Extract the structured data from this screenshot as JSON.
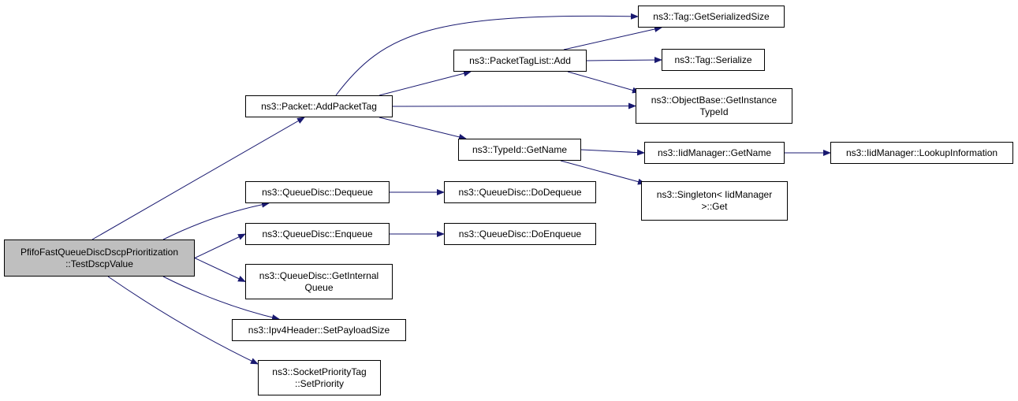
{
  "colors": {
    "edge": "#191970",
    "node_border": "#000000",
    "root_fill": "#bfbfbf",
    "node_fill": "#ffffff"
  },
  "nodes": [
    {
      "id": "root",
      "lines": [
        "PfifoFastQueueDiscDscpPrioritization",
        "::TestDscpValue"
      ]
    },
    {
      "id": "addpackettag",
      "lines": [
        "ns3::Packet::AddPacketTag"
      ]
    },
    {
      "id": "dequeue",
      "lines": [
        "ns3::QueueDisc::Dequeue"
      ]
    },
    {
      "id": "enqueue",
      "lines": [
        "ns3::QueueDisc::Enqueue"
      ]
    },
    {
      "id": "getinternalqueue",
      "lines": [
        "ns3::QueueDisc::GetInternal",
        "Queue"
      ]
    },
    {
      "id": "setpayloadsize",
      "lines": [
        "ns3::Ipv4Header::SetPayloadSize"
      ]
    },
    {
      "id": "setpriority",
      "lines": [
        "ns3::SocketPriorityTag",
        "::SetPriority"
      ]
    },
    {
      "id": "packettaglistadd",
      "lines": [
        "ns3::PacketTagList::Add"
      ]
    },
    {
      "id": "typeidgetname",
      "lines": [
        "ns3::TypeId::GetName"
      ]
    },
    {
      "id": "dodequeue",
      "lines": [
        "ns3::QueueDisc::DoDequeue"
      ]
    },
    {
      "id": "doenqueue",
      "lines": [
        "ns3::QueueDisc::DoEnqueue"
      ]
    },
    {
      "id": "getserializedsize",
      "lines": [
        "ns3::Tag::GetSerializedSize"
      ]
    },
    {
      "id": "serialize",
      "lines": [
        "ns3::Tag::Serialize"
      ]
    },
    {
      "id": "getinstancetypeid",
      "lines": [
        "ns3::ObjectBase::GetInstance",
        "TypeId"
      ]
    },
    {
      "id": "iidgetname",
      "lines": [
        "ns3::IidManager::GetName"
      ]
    },
    {
      "id": "singletonget",
      "lines": [
        "ns3::Singleton< IidManager",
        ">::Get"
      ]
    },
    {
      "id": "lookupinformation",
      "lines": [
        "ns3::IidManager::LookupInformation"
      ]
    }
  ],
  "edges": [
    [
      "root",
      "addpackettag"
    ],
    [
      "root",
      "dequeue"
    ],
    [
      "root",
      "enqueue"
    ],
    [
      "root",
      "getinternalqueue"
    ],
    [
      "root",
      "setpayloadsize"
    ],
    [
      "root",
      "setpriority"
    ],
    [
      "addpackettag",
      "getserializedsize"
    ],
    [
      "addpackettag",
      "packettaglistadd"
    ],
    [
      "addpackettag",
      "getinstancetypeid"
    ],
    [
      "addpackettag",
      "typeidgetname"
    ],
    [
      "packettaglistadd",
      "getserializedsize"
    ],
    [
      "packettaglistadd",
      "serialize"
    ],
    [
      "packettaglistadd",
      "getinstancetypeid"
    ],
    [
      "typeidgetname",
      "iidgetname"
    ],
    [
      "typeidgetname",
      "singletonget"
    ],
    [
      "iidgetname",
      "lookupinformation"
    ],
    [
      "dequeue",
      "dodequeue"
    ],
    [
      "enqueue",
      "doenqueue"
    ]
  ]
}
